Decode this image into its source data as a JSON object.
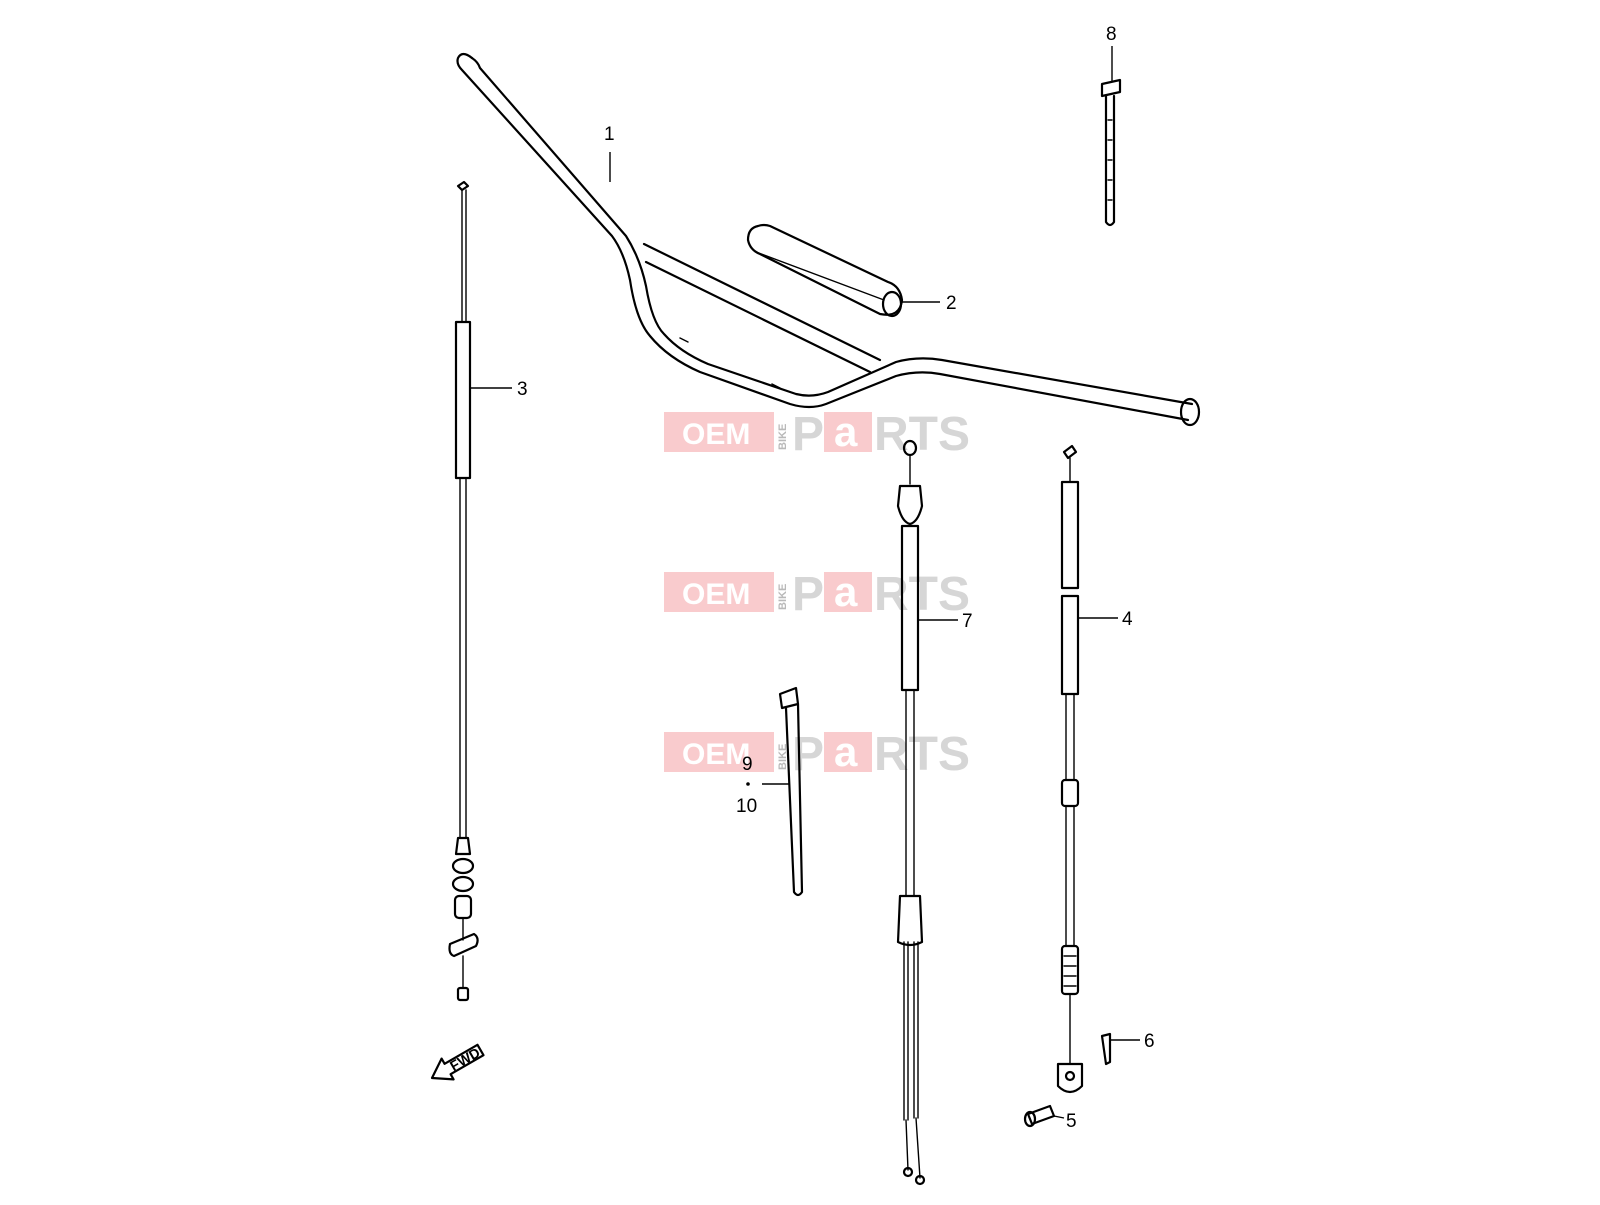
{
  "callouts": [
    {
      "id": "1",
      "label": "1"
    },
    {
      "id": "2",
      "label": "2"
    },
    {
      "id": "3",
      "label": "3"
    },
    {
      "id": "4",
      "label": "4"
    },
    {
      "id": "5",
      "label": "5"
    },
    {
      "id": "6",
      "label": "6"
    },
    {
      "id": "7",
      "label": "7"
    },
    {
      "id": "8",
      "label": "8"
    },
    {
      "id": "9",
      "label": "9"
    },
    {
      "id": "10",
      "label": "10"
    }
  ],
  "watermark": {
    "oem": "OEM",
    "bike": "BIKE",
    "p": "P",
    "a": "a",
    "rts": "RTS"
  },
  "direction_arrow": {
    "label": "FWD"
  },
  "colors": {
    "watermark_red": "#f5a9ab",
    "watermark_gray": "#d0d0d0",
    "line": "#000000"
  }
}
